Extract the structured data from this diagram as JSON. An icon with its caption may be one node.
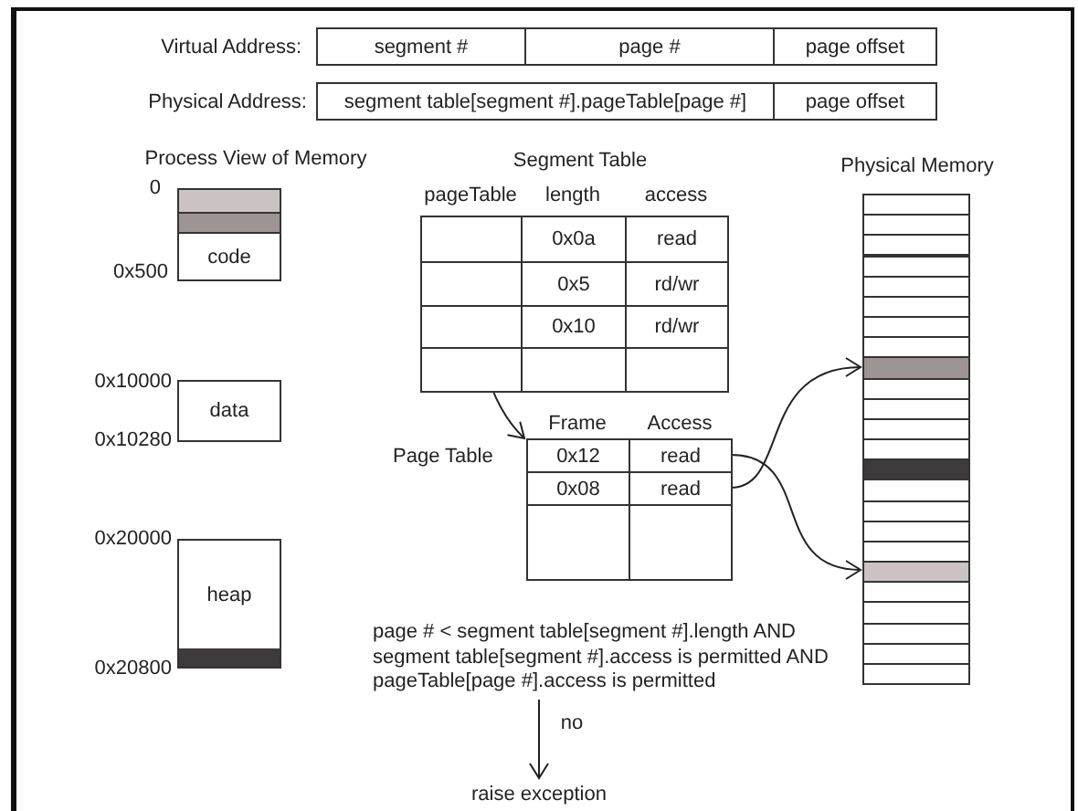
{
  "diagram": {
    "nodes": [
      {
        "text": [
          "segment #"
        ]
      },
      {
        "text": [
          "page #"
        ]
      },
      {
        "text": [
          "page offset"
        ]
      },
      {
        "text": [
          "segment table[segment #].pageTable[page #]"
        ]
      },
      {
        "text": [
          "page offset"
        ]
      },
      {
        "text": [
          "code"
        ],
        "beside": [
          "0",
          "0x500"
        ]
      },
      {
        "text": [
          "data"
        ],
        "beside": [
          "0x10000",
          "0x10280"
        ]
      },
      {
        "text": [
          "heap"
        ],
        "beside": [
          "0x20000",
          "0x20800"
        ]
      },
      {
        "text": [
          "Segment Table"
        ]
      },
      {
        "text": [],
        "shape": "box",
        "in": 8
      },
      {
        "text": [
          "Page Table"
        ]
      },
      {
        "text": [
          "read"
        ],
        "in": 10
      },
      {
        "text": [
          "read"
        ],
        "in": 10
      },
      {
        "text": [
          "Physical Memory"
        ]
      },
      {
        "text": [],
        "shape": "bar",
        "in": 13
      },
      {
        "text": [],
        "shape": "bar",
        "in": 13
      },
      {
        "text": [
          "page # < segment table[segment #].length AND segment table[segment #].access is permitted AND pageTable[page #].access is permitted"
        ]
      },
      {
        "text": [
          "raise exception"
        ]
      }
    ],
    "edges": [
      {
        "from": 9,
        "to": 10,
        "arrow": "to"
      },
      {
        "from": 11,
        "to": 15,
        "arrow": "to"
      },
      {
        "from": 12,
        "to": 14,
        "arrow": "to"
      },
      {
        "from": 16,
        "to": 17,
        "arrow": "to",
        "label": "no"
      }
    ],
    "labels": [
      "Virtual Address:",
      "Physical Address:",
      "Process View of Memory",
      "pageTable",
      "length",
      "access",
      "0x0a",
      "read",
      "0x5",
      "rd/wr",
      "0x10",
      "rd/wr",
      "Frame",
      "Access",
      "0x12",
      "0x08"
    ]
  }
}
